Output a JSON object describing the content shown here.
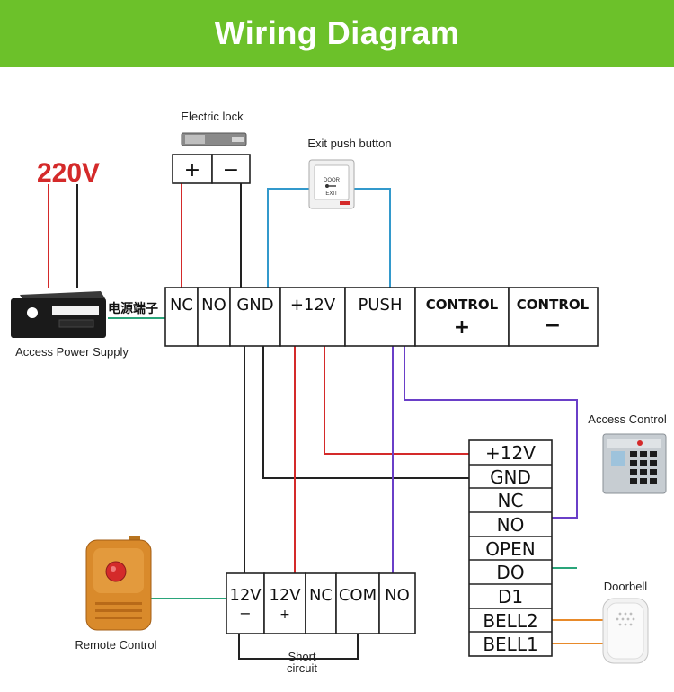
{
  "title": "Wiring Diagram",
  "colors": {
    "header_green": "#6cc12a",
    "wire_red": "#d42a2a",
    "wire_black": "#222222",
    "wire_blue": "#3399cc",
    "wire_purple": "#6a3fc8",
    "wire_teal": "#2aa57a",
    "wire_orange": "#e88a2a",
    "voltage_red": "#d42a2a"
  },
  "electric_lock": {
    "label": "Electric lock",
    "plus": "+",
    "minus": "−",
    "icon": "electric-lock-icon"
  },
  "exit_button": {
    "label": "Exit push button",
    "face_text_top": "DOOR",
    "face_text_bottom": "EXIT",
    "icon": "exit-button-icon"
  },
  "mains": {
    "voltage": "220V"
  },
  "power_supply": {
    "label": "Access Power Supply",
    "terminal_caption": "电源端子",
    "icon": "power-supply-icon",
    "terminals": [
      {
        "id": "nc",
        "label": "NC"
      },
      {
        "id": "no",
        "label": "NO"
      },
      {
        "id": "gnd",
        "label": "GND"
      },
      {
        "id": "p12v",
        "label": "+12V"
      },
      {
        "id": "push",
        "label": "PUSH"
      },
      {
        "id": "ctrlp",
        "label": "CONTROL",
        "sign": "+"
      },
      {
        "id": "ctrlm",
        "label": "CONTROL",
        "sign": "−"
      }
    ]
  },
  "access_control": {
    "label": "Access Control",
    "icon": "keypad-icon",
    "terminals": [
      "+12V",
      "GND",
      "NC",
      "NO",
      "OPEN",
      "DO",
      "D1",
      "BELL2",
      "BELL1"
    ]
  },
  "remote_control": {
    "label": "Remote Control",
    "icon": "remote-control-icon",
    "terminals": [
      {
        "label": "12V",
        "sign": "−"
      },
      {
        "label": "12V",
        "sign": "+"
      },
      {
        "label": "NC",
        "sign": ""
      },
      {
        "label": "COM",
        "sign": ""
      },
      {
        "label": "NO",
        "sign": ""
      }
    ],
    "short_caption_1": "Short",
    "short_caption_2": "circuit"
  },
  "doorbell": {
    "label": "Doorbell",
    "icon": "doorbell-icon"
  }
}
